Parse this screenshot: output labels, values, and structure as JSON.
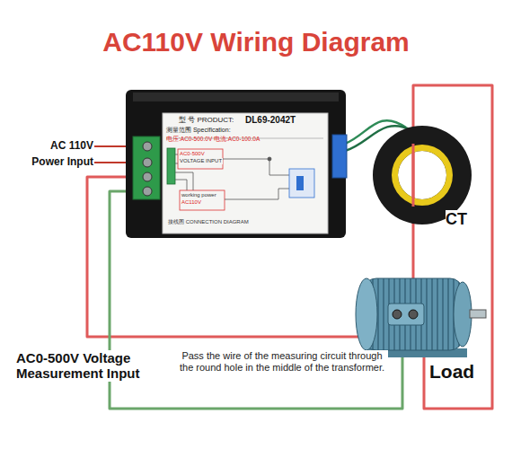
{
  "diagram": {
    "title": "AC110V Wiring Diagram",
    "nodes": [
      {
        "text": [
          "型 号 PRODUCT:",
          "DL69-2042T",
          "测量范围 Specification:",
          "电压:AC0-500.0V 电流:AC0-100.0A",
          "接线图 CONNECTION DIAGRAM"
        ]
      }
    ],
    "labels": [
      "AC 110V",
      "Power Input",
      "CT",
      "AC0-500V Voltage Measurement Input",
      "Pass the wire of the measuring circuit through the round hole in the middle of the transformer.",
      "Load",
      "AC0-500V",
      "VOLTAGE INPUT",
      "working power",
      "AC110V"
    ]
  }
}
